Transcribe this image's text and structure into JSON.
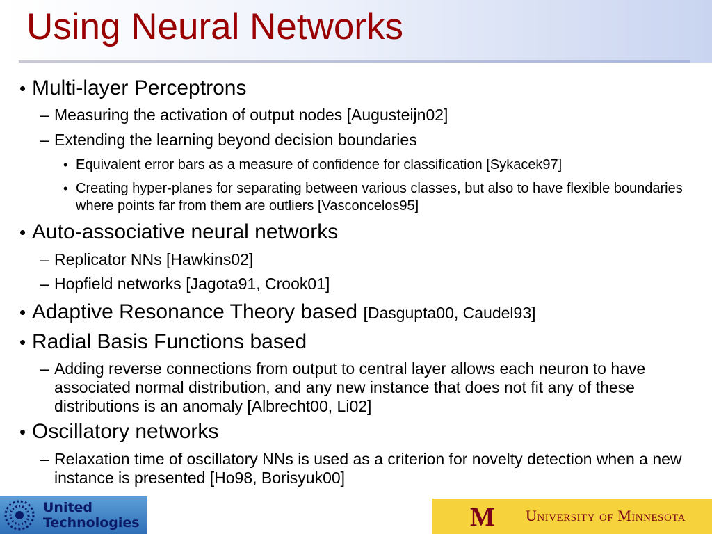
{
  "slide": {
    "title": "Using Neural Networks"
  },
  "bullets": [
    {
      "level": 1,
      "text": "Multi-layer Perceptrons"
    },
    {
      "level": 2,
      "text": "Measuring the activation of output nodes [Augusteijn02]"
    },
    {
      "level": 2,
      "text": "Extending the learning beyond decision boundaries"
    },
    {
      "level": 3,
      "text": "Equivalent error bars as a measure of confidence for classification [Sykacek97]"
    },
    {
      "level": 3,
      "text": "Creating hyper-planes for separating between various classes, but also to have flexible boundaries where points far from them are outliers [Vasconcelos95]"
    },
    {
      "level": 1,
      "text": "Auto-associative neural networks"
    },
    {
      "level": 2,
      "text": "Replicator NNs [Hawkins02]"
    },
    {
      "level": 2,
      "text": "Hopfield networks [Jagota91, Crook01]"
    },
    {
      "level": 1,
      "text": "Adaptive Resonance Theory based",
      "ref": "[Dasgupta00, Caudel93]"
    },
    {
      "level": 1,
      "text": "Radial Basis Functions based"
    },
    {
      "level": 2,
      "text": "Adding reverse connections from output to central layer allows each neuron to have associated normal distribution, and any new instance that does not fit any of these distributions is an anomaly [Albrecht00, Li02]"
    },
    {
      "level": 1,
      "text": "Oscillatory networks"
    },
    {
      "level": 2,
      "text": "Relaxation time of oscillatory NNs is used as a criterion for novelty detection when a new instance is presented [Ho98, Borisyuk00]"
    }
  ],
  "bullet_glyphs": {
    "level1": "•",
    "level2": "–",
    "level3": "•"
  },
  "footer": {
    "left_logo": {
      "line1": "United",
      "line2": "Technologies"
    },
    "right_logo": {
      "mark": "M",
      "text": "University of Minnesota"
    }
  },
  "colors": {
    "title": "#990000",
    "umn_maroon": "#7a0019",
    "umn_gold": "#f6d33c"
  }
}
